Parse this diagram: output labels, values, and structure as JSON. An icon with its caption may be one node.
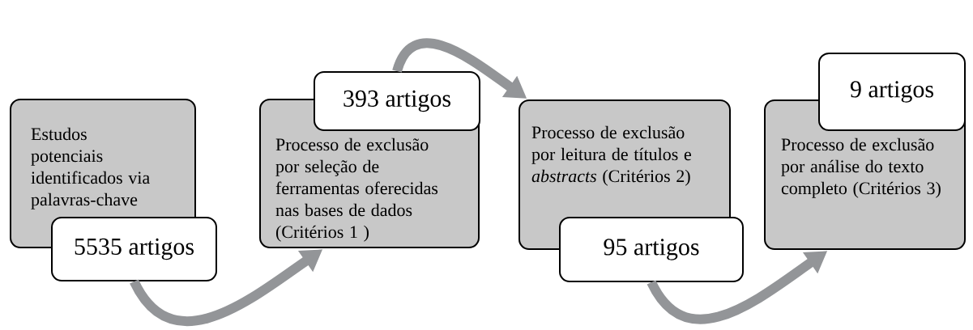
{
  "diagram": {
    "nodes": [
      {
        "text": [
          "Estudos potenciais identificados via palavras-chave"
        ]
      },
      {
        "text": [
          "5535 artigos"
        ]
      },
      {
        "text": [
          "Processo de exclusão por seleção de ferramentas oferecidas nas bases de dados (Critérios 1 )"
        ]
      },
      {
        "text": [
          "393 artigos"
        ]
      },
      {
        "text": [
          "Processo de exclusão por leitura de títulos e *abstracts* (Critérios 2)"
        ]
      },
      {
        "text": [
          "95 artigos"
        ]
      },
      {
        "text": [
          "Processo de exclusão por análise do texto completo (Critérios 3)"
        ]
      },
      {
        "text": [
          "9 artigos"
        ]
      }
    ],
    "edges": [
      {
        "from": 1,
        "to": 2,
        "arrow": "to"
      },
      {
        "from": 3,
        "to": 4,
        "arrow": "to"
      },
      {
        "from": 5,
        "to": 6,
        "arrow": "to"
      }
    ]
  }
}
